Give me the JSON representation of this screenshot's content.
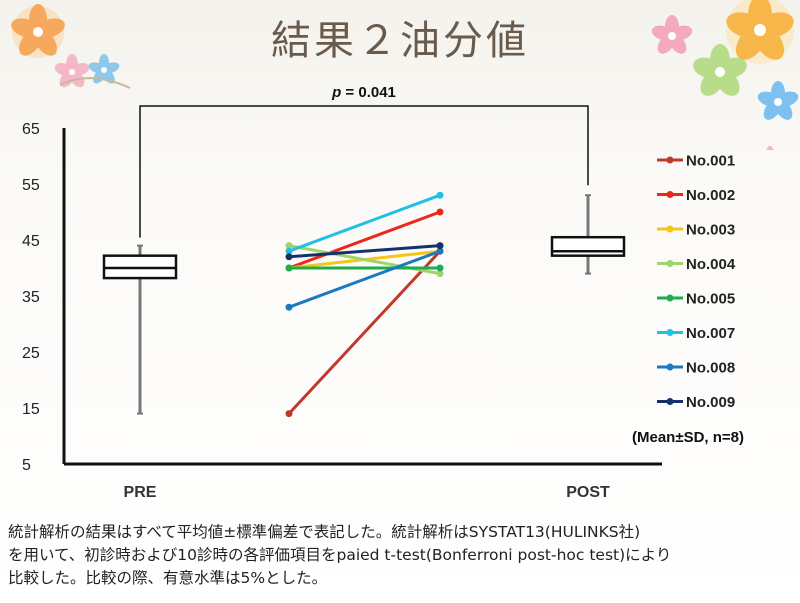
{
  "slide": {
    "title": "結果２油分値",
    "footnote_lines": [
      "統計解析の結果はすべて平均値±標準偏差で表記した。統計解析はSYSTAT13(HULINKS社)",
      "を用いて、初診時および10診時の各評価項目をpaied t-test(Bonferroni post-hoc test)により",
      "比較した。比較の際、有意水準は5%とした。"
    ]
  },
  "chart_data": {
    "type": "line",
    "categories": [
      "PRE",
      "POST"
    ],
    "y_ticks": [
      "65",
      "55",
      "45",
      "35",
      "25",
      "15",
      "5"
    ],
    "ylim": [
      5,
      65
    ],
    "significance": {
      "text": "p = 0.041",
      "p_italic": "p",
      "rest": " = 0.041"
    },
    "note": "(Mean±SD, n=8)",
    "boxes": [
      {
        "category": "PRE",
        "mean": 40,
        "box_low": 38.2,
        "box_high": 42.2,
        "whisker_low": 14,
        "whisker_high": 44
      },
      {
        "category": "POST",
        "mean": 43,
        "box_low": 42.2,
        "box_high": 45.5,
        "whisker_low": 39,
        "whisker_high": 53
      }
    ],
    "series": [
      {
        "name": "No.001",
        "color": "#c0392b",
        "values": [
          14,
          43
        ]
      },
      {
        "name": "No.002",
        "color": "#e8291c",
        "values": [
          40,
          50
        ]
      },
      {
        "name": "No.003",
        "color": "#f5c518",
        "values": [
          40,
          43
        ]
      },
      {
        "name": "No.004",
        "color": "#9fd36b",
        "values": [
          44,
          39
        ]
      },
      {
        "name": "No.005",
        "color": "#1fad4b",
        "values": [
          40,
          40
        ]
      },
      {
        "name": "No.007",
        "color": "#1ec0e8",
        "values": [
          43,
          53
        ]
      },
      {
        "name": "No.008",
        "color": "#1a7ac0",
        "values": [
          33,
          43
        ]
      },
      {
        "name": "No.009",
        "color": "#14306e",
        "values": [
          42,
          44
        ]
      }
    ]
  }
}
